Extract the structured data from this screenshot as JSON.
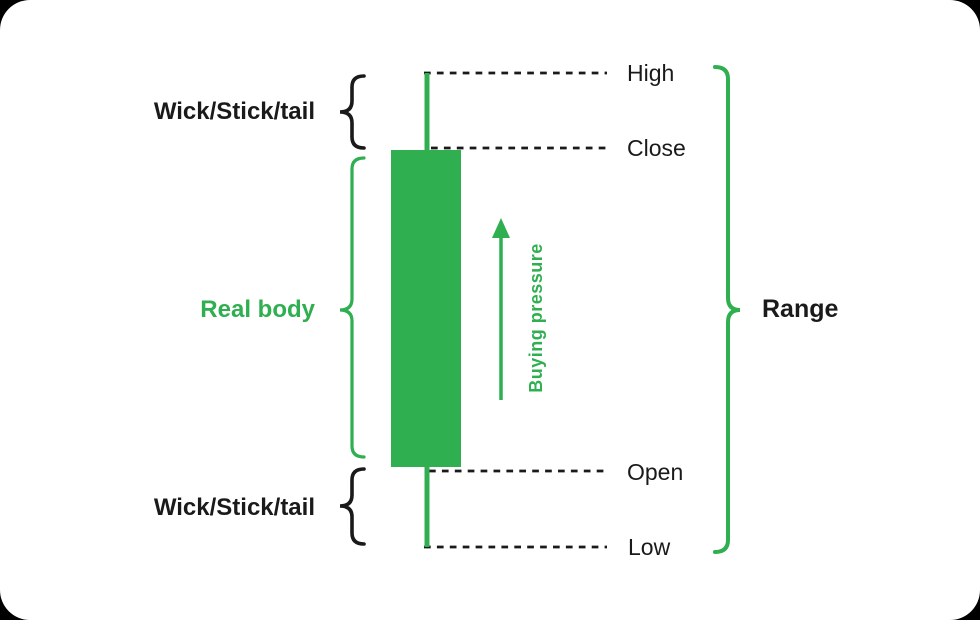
{
  "page": {
    "background": "#000000",
    "card_background": "#ffffff"
  },
  "colors": {
    "accent_green": "#2FAF50",
    "text_black": "#1a1a1a"
  },
  "candle": {
    "type": "bullish",
    "body_color": "#2FAF50",
    "wick_color": "#2FAF50"
  },
  "labels": {
    "upper_wick": "Wick/Stick/tail",
    "lower_wick": "Wick/Stick/tail",
    "real_body": "Real body",
    "buying_pressure": "Buying pressure",
    "range": "Range",
    "high": "High",
    "close": "Close",
    "open": "Open",
    "low": "Low"
  }
}
